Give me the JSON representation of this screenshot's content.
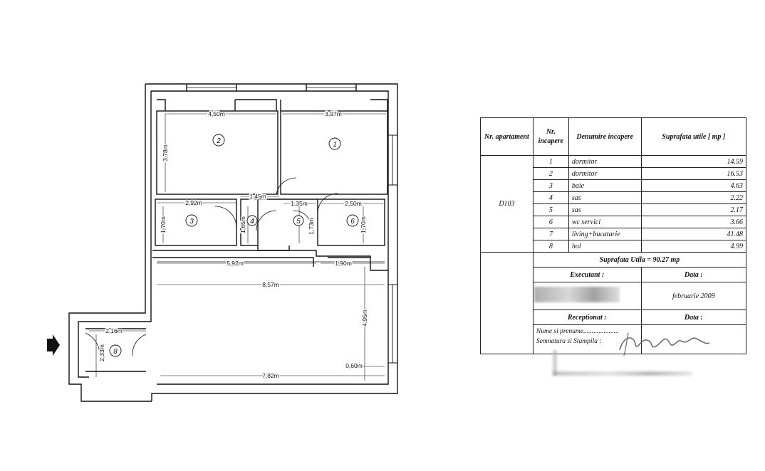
{
  "plan": {
    "rooms": [
      {
        "id": "room-1",
        "label": "1"
      },
      {
        "id": "room-2",
        "label": "2"
      },
      {
        "id": "room-3",
        "label": "3"
      },
      {
        "id": "room-4",
        "label": "4"
      },
      {
        "id": "room-5",
        "label": "5"
      },
      {
        "id": "room-6",
        "label": "6"
      },
      {
        "id": "room-8",
        "label": "8"
      }
    ],
    "dimensions": {
      "d450": "4,50m",
      "d397": "3,97m",
      "d378": "3,78m",
      "d292": "2,92m",
      "d145": "1,45m",
      "d135": "1,35m",
      "d250": "2,50m",
      "d170a": "1,70m",
      "d165": "1,65m",
      "d173": "1,73m",
      "d170b": "1,70m",
      "d592": "5,92m",
      "d190": "1,90m",
      "d857": "8,57m",
      "d495": "4,95m",
      "d216": "2,16m",
      "d233": "2,33m",
      "d060": "0,60m",
      "d782": "7,82m"
    }
  },
  "table": {
    "headers": {
      "apartment": "Nr. apartament",
      "room_no": "Nr. incapere",
      "name": "Denumire incapere",
      "area": "Suprafata utile [ mp ]"
    },
    "apartment": "D103",
    "rows": [
      {
        "nr": "1",
        "name": "dormitor",
        "area": "14.59"
      },
      {
        "nr": "2",
        "name": "dormitor",
        "area": "16.53"
      },
      {
        "nr": "3",
        "name": "baie",
        "area": "4.63"
      },
      {
        "nr": "4",
        "name": "sas",
        "area": "2.22"
      },
      {
        "nr": "5",
        "name": "sas",
        "area": "2.17"
      },
      {
        "nr": "6",
        "name": "wc servici",
        "area": "3.66"
      },
      {
        "nr": "7",
        "name": "living+bucatarie",
        "area": "41.48"
      },
      {
        "nr": "8",
        "name": "hol",
        "area": "4.99"
      }
    ],
    "total": "Suprafata Utila = 90.27 mp",
    "executant_label": "Executant :",
    "data_label": "Data :",
    "executant_date": "februarie 2009",
    "receptionat_label": "Receptionat :",
    "data_label2": "Data :",
    "name_line": "Nume si prenume.....................",
    "sign_line": "Semnatura si Stampila :"
  }
}
